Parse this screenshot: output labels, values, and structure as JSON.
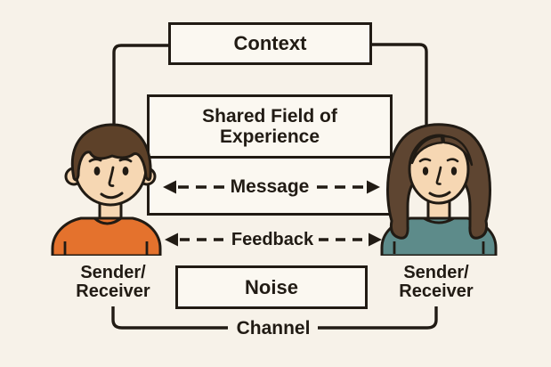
{
  "boxes": {
    "context_label": "Context",
    "shared_field_line1": "Shared Field of",
    "shared_field_line2": "Experience",
    "message_label": "Message",
    "feedback_label": "Feedback",
    "noise_label": "Noise",
    "channel_label": "Channel"
  },
  "people": {
    "left": {
      "label_line1": "Sender/",
      "label_line2": "Receiver",
      "figure": "man-orange-shirt"
    },
    "right": {
      "label_line1": "Sender/",
      "label_line2": "Receiver",
      "figure": "woman-teal-shirt"
    }
  },
  "colors": {
    "background": "#f7f2e9",
    "box_fill": "#fbf8f1",
    "line": "#211b14",
    "text": "#211b14",
    "orange_shirt": "#e4722d",
    "teal_shirt": "#5d8b8a",
    "skin": "#f6d7b3",
    "man_hair": "#5d4129",
    "woman_hair": "#5e4531"
  }
}
